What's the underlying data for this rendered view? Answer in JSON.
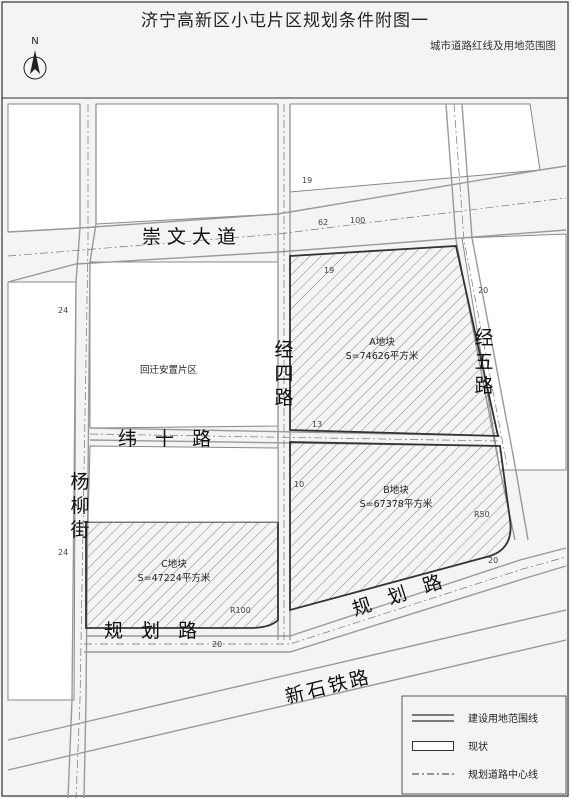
{
  "header": {
    "title": "济宁高新区小屯片区规划条件附图一",
    "subtitle": "城市道路红线及用地范围图",
    "north_label": "N"
  },
  "roads": {
    "chongwen": "崇文大道",
    "weishi": "纬 十 路",
    "jingsi": "经四路",
    "jingwu": "经五路",
    "yangliu": "杨柳街",
    "guihua_south": "规 划 路",
    "guihua_east": "规 划 路",
    "xinshi": "新石铁路"
  },
  "areas": {
    "resettle": "回迁安置片区",
    "a_name": "A地块",
    "a_size": "S=74626平方米",
    "b_name": "B地块",
    "b_size": "S=67378平方米",
    "c_name": "C地块",
    "c_size": "S=47224平方米"
  },
  "dimensions": {
    "d19_top": "19",
    "d62": "62",
    "d100": "100",
    "d19_inner": "19",
    "d20_east": "20",
    "d24_west": "24",
    "d13": "13",
    "d10": "10",
    "r50": "R50",
    "d20_se": "20",
    "d24_sw": "24",
    "r100": "R100",
    "d20_south": "20"
  },
  "legend": [
    {
      "label": "建设用地范围线",
      "style": "double"
    },
    {
      "label": "现状",
      "style": "hatch"
    },
    {
      "label": "规划道路中心线",
      "style": "dash"
    }
  ]
}
